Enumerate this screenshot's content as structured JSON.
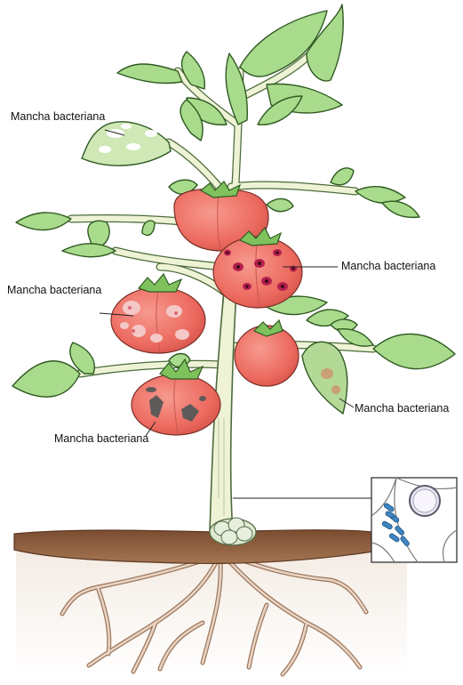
{
  "labels": [
    "Mancha bacteriana",
    "Mancha bacteriana",
    "Mancha bacteriana",
    "Mancha bacteriana",
    "Mancha bacteriana"
  ],
  "colors": {
    "leaf_fill": "#a9db8c",
    "leaf_stroke": "#2f5a22",
    "stem_fill": "#eef3d6",
    "tomato_fill": "#ef6e63",
    "lesion_dark": "#b51f4d",
    "soil": "#8a5b3b",
    "root": "#c49a7c",
    "bacteria": "#3f86c4"
  }
}
